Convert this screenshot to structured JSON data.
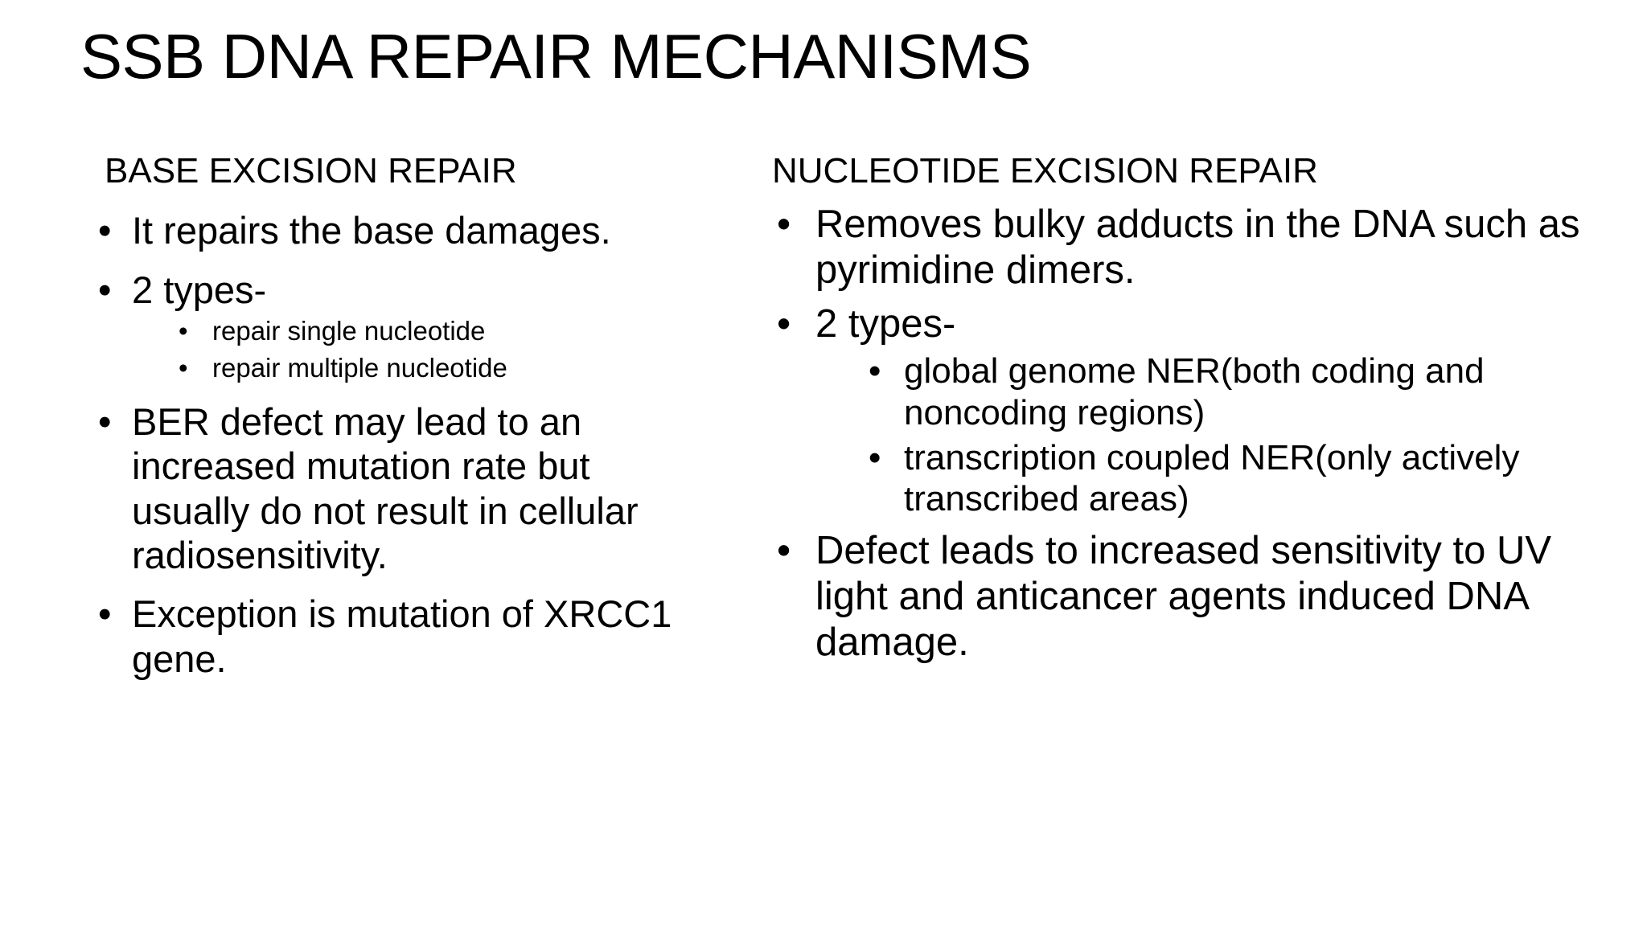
{
  "slide": {
    "title": "SSB DNA REPAIR MECHANISMS",
    "background_color": "#ffffff",
    "text_color": "#000000",
    "bullet_glyph": "•",
    "left_column": {
      "heading": "BASE EXCISION REPAIR",
      "bullets": [
        {
          "text": "It repairs the base damages.",
          "sub": []
        },
        {
          "text": "2 types-",
          "sub": [
            "repair single nucleotide",
            "repair multiple nucleotide"
          ]
        },
        {
          "text": "BER defect may lead to an increased mutation rate but usually do not result in cellular radiosensitivity.",
          "sub": []
        },
        {
          "text": "Exception is mutation of XRCC1 gene.",
          "sub": []
        }
      ]
    },
    "right_column": {
      "heading": "NUCLEOTIDE EXCISION REPAIR",
      "bullets": [
        {
          "text": "Removes bulky adducts in the DNA such as pyrimidine dimers.",
          "sub": []
        },
        {
          "text": "2 types-",
          "sub": [
            "global genome NER(both coding and noncoding regions)",
            "transcription coupled NER(only actively transcribed areas)"
          ]
        },
        {
          "text": "Defect leads to increased sensitivity to UV light and anticancer agents induced DNA damage.",
          "sub": []
        }
      ]
    }
  }
}
